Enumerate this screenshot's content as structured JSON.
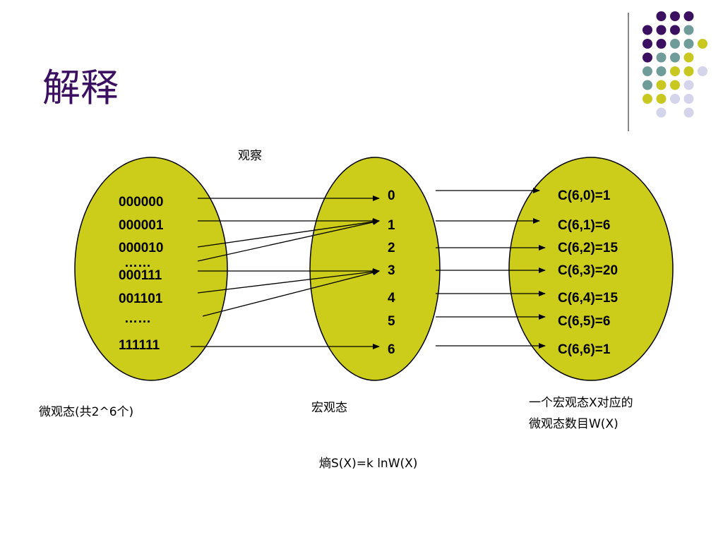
{
  "slide": {
    "title": "解释"
  },
  "deco_colors": {
    "purple": "#3b1060",
    "teal": "#6f9c99",
    "olive": "#c8c820",
    "lavender": "#d4d4ea"
  },
  "observe_label": "观察",
  "colors": {
    "ellipse_fill": "#cccc1a",
    "stroke": "#000000",
    "title": "#3b1060"
  },
  "micro_states": [
    "000000",
    "000001",
    "000010",
    "……",
    "000111",
    "001101",
    "……",
    "111111"
  ],
  "macro_states": [
    "0",
    "1",
    "2",
    "3",
    "4",
    "5",
    "6"
  ],
  "counts": [
    "C(6,0)=1",
    "C(6,1)=6",
    "C(6,2)=15",
    "C(6,3)=20",
    "C(6,4)=15",
    "C(6,5)=6",
    "C(6,6)=1"
  ],
  "captions": {
    "micro": "微观态(共2^6个)",
    "macro": "宏观态",
    "count_line1": "一个宏观态X对应的",
    "count_line2": "微观态数目W(X)",
    "entropy": "熵S(X)=k lnW(X)"
  }
}
